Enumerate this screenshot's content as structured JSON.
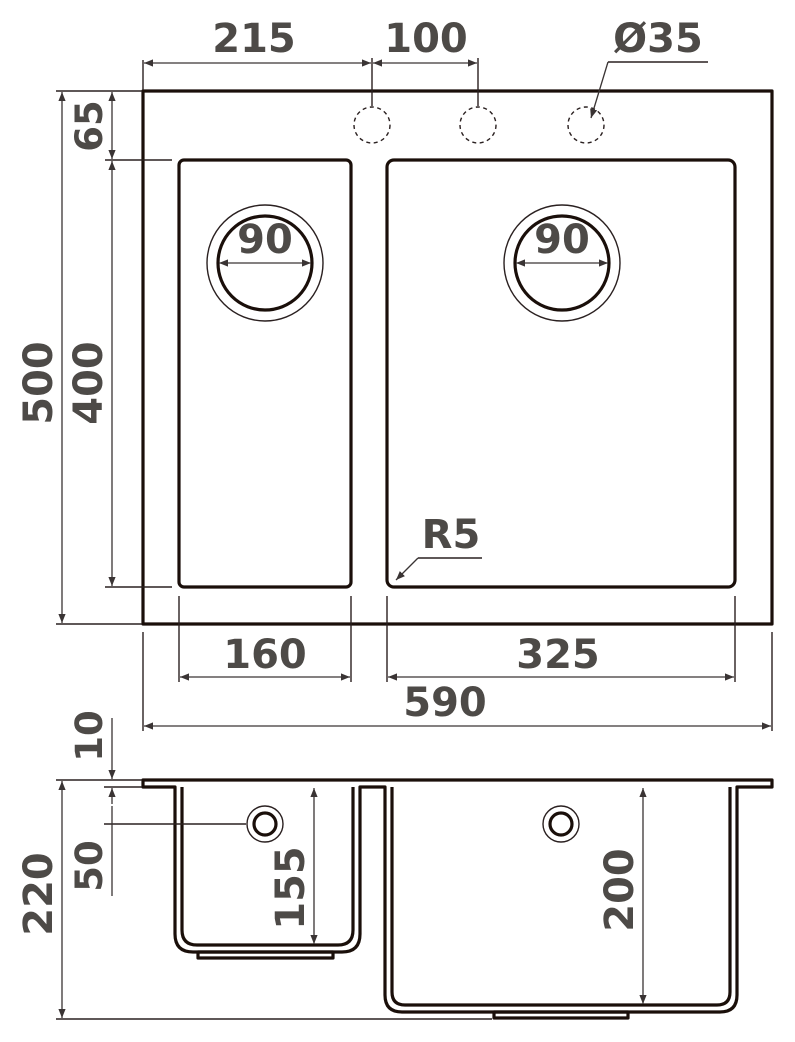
{
  "top_view": {
    "dim_left_to_hole": "215",
    "dim_hole_spacing": "100",
    "dim_hole_diameter": "Ø35",
    "dim_rim_front": "65",
    "dim_total_depth": "500",
    "dim_bowl_depth": "400",
    "dim_drain_small": "90",
    "dim_drain_large": "90",
    "dim_corner_radius": "R5",
    "dim_small_bowl_width": "160",
    "dim_large_bowl_width": "325",
    "dim_total_width": "590"
  },
  "side_view": {
    "dim_rim_thickness": "10",
    "dim_overflow_offset": "50",
    "dim_total_height": "220",
    "dim_small_bowl_height": "155",
    "dim_large_bowl_height": "200"
  },
  "colors": {
    "outline": "#1a0f0a",
    "dimension_text": "#4d4a47"
  }
}
